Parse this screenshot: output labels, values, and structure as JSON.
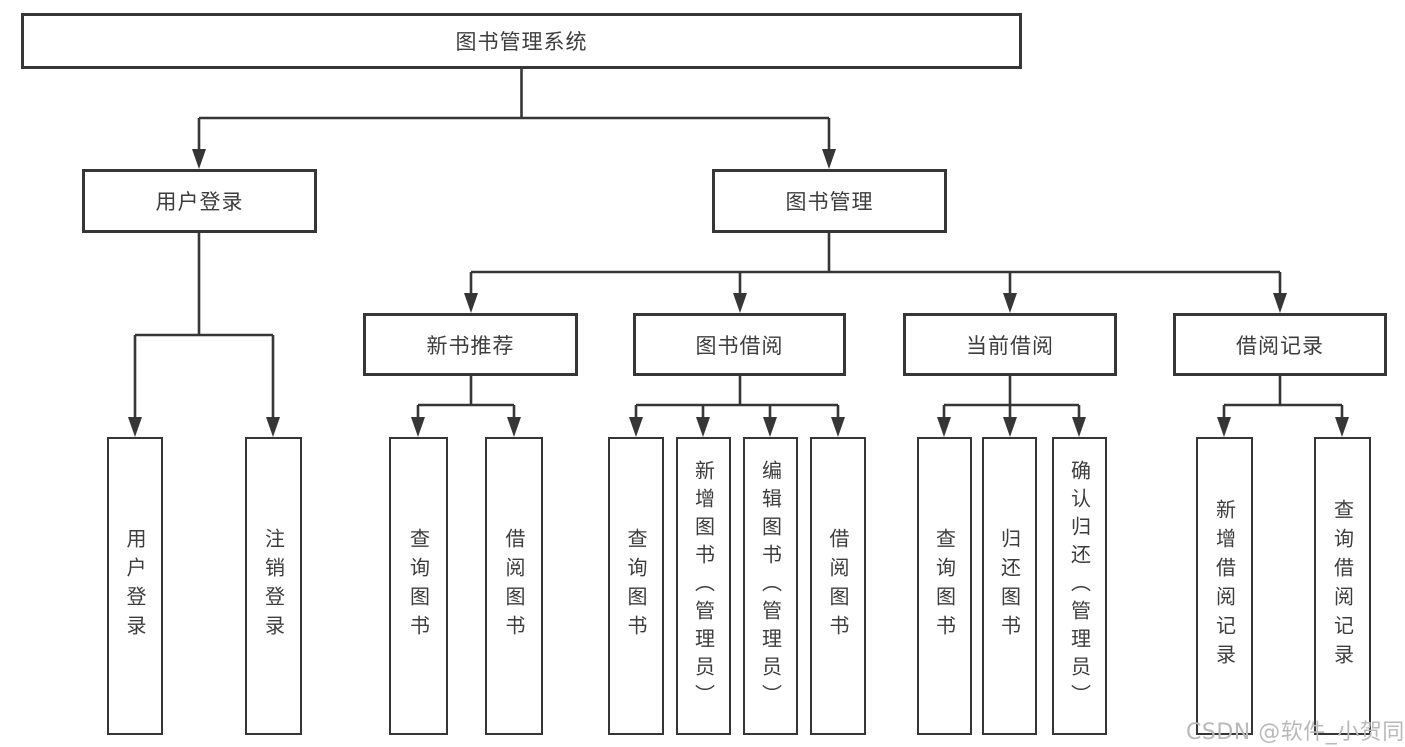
{
  "diagram": {
    "colors": {
      "line": "#363636",
      "text": "#3d3d3d",
      "box_background": "#ffffff",
      "watermark": "#b9b9b9",
      "page_background": "#ffffff"
    },
    "nodes": {
      "root": {
        "label": "图书管理系统"
      },
      "user_login": {
        "label": "用户登录"
      },
      "book_mgmt": {
        "label": "图书管理"
      },
      "new_book_rec": {
        "label": "新书推荐"
      },
      "book_borrow": {
        "label": "图书借阅"
      },
      "current_borrow": {
        "label": "当前借阅"
      },
      "borrow_record": {
        "label": "借阅记录"
      }
    },
    "leaves": [
      {
        "parent": "user_login",
        "label": "用户登录"
      },
      {
        "parent": "user_login",
        "label": "注销登录"
      },
      {
        "parent": "new_book_rec",
        "label": "查询图书"
      },
      {
        "parent": "new_book_rec",
        "label": "借阅图书"
      },
      {
        "parent": "book_borrow",
        "label": "查询图书"
      },
      {
        "parent": "book_borrow",
        "label": "新增图书（管理员）"
      },
      {
        "parent": "book_borrow",
        "label": "编辑图书（管理员）"
      },
      {
        "parent": "book_borrow",
        "label": "借阅图书"
      },
      {
        "parent": "current_borrow",
        "label": "查询图书"
      },
      {
        "parent": "current_borrow",
        "label": "归还图书"
      },
      {
        "parent": "current_borrow",
        "label": "确认归还（管理员）"
      },
      {
        "parent": "borrow_record",
        "label": "新增借阅记录"
      },
      {
        "parent": "borrow_record",
        "label": "查询借阅记录"
      }
    ],
    "watermark": "CSDN @软件_小贺同学"
  }
}
